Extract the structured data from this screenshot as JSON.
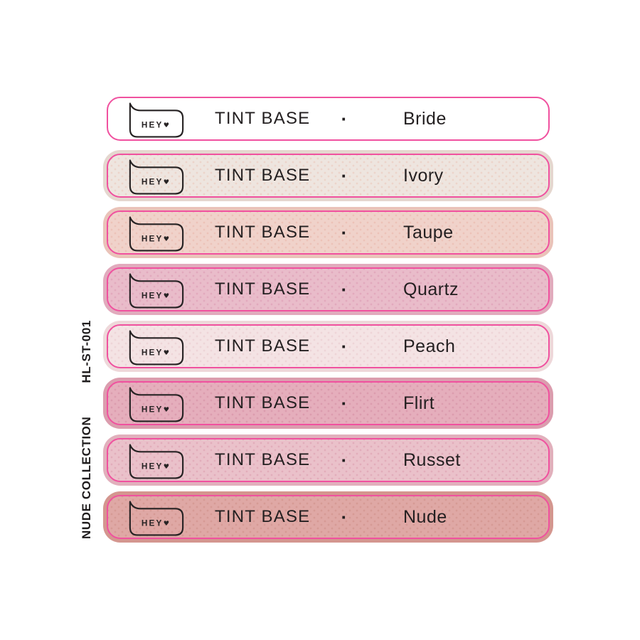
{
  "side_label": {
    "collection": "NUDE COLLECTION",
    "code": "HL-ST-001"
  },
  "brand": {
    "logo_text": "HEY",
    "logo_heart": "♥"
  },
  "product_line": "TINT BASE",
  "separator": "·",
  "accent": {
    "border_pink": "#f0519f",
    "text_dark": "#231f20"
  },
  "shades": [
    {
      "name": "Bride",
      "fill": "#ffffff",
      "halo": "#ffffff",
      "dot": "transparent"
    },
    {
      "name": "Ivory",
      "fill": "#eee5df",
      "halo": "#e5d7cf",
      "dot": "#ecd4ca"
    },
    {
      "name": "Taupe",
      "fill": "#f0d2ca",
      "halo": "#eac3b9",
      "dot": "#ecc2b8"
    },
    {
      "name": "Quartz",
      "fill": "#e9bcca",
      "halo": "#e1abbd",
      "dot": "#e2a9bd"
    },
    {
      "name": "Peach",
      "fill": "#f4e3e4",
      "halo": "#eed8da",
      "dot": "#eed4d7"
    },
    {
      "name": "Flirt",
      "fill": "#e5aebc",
      "halo": "#db9dae",
      "dot": "#dc9cae"
    },
    {
      "name": "Russet",
      "fill": "#eac1ca",
      "halo": "#e1b0bc",
      "dot": "#e2adba"
    },
    {
      "name": "Nude",
      "fill": "#dfa8a5",
      "halo": "#d4968f",
      "dot": "#d69a95"
    }
  ]
}
